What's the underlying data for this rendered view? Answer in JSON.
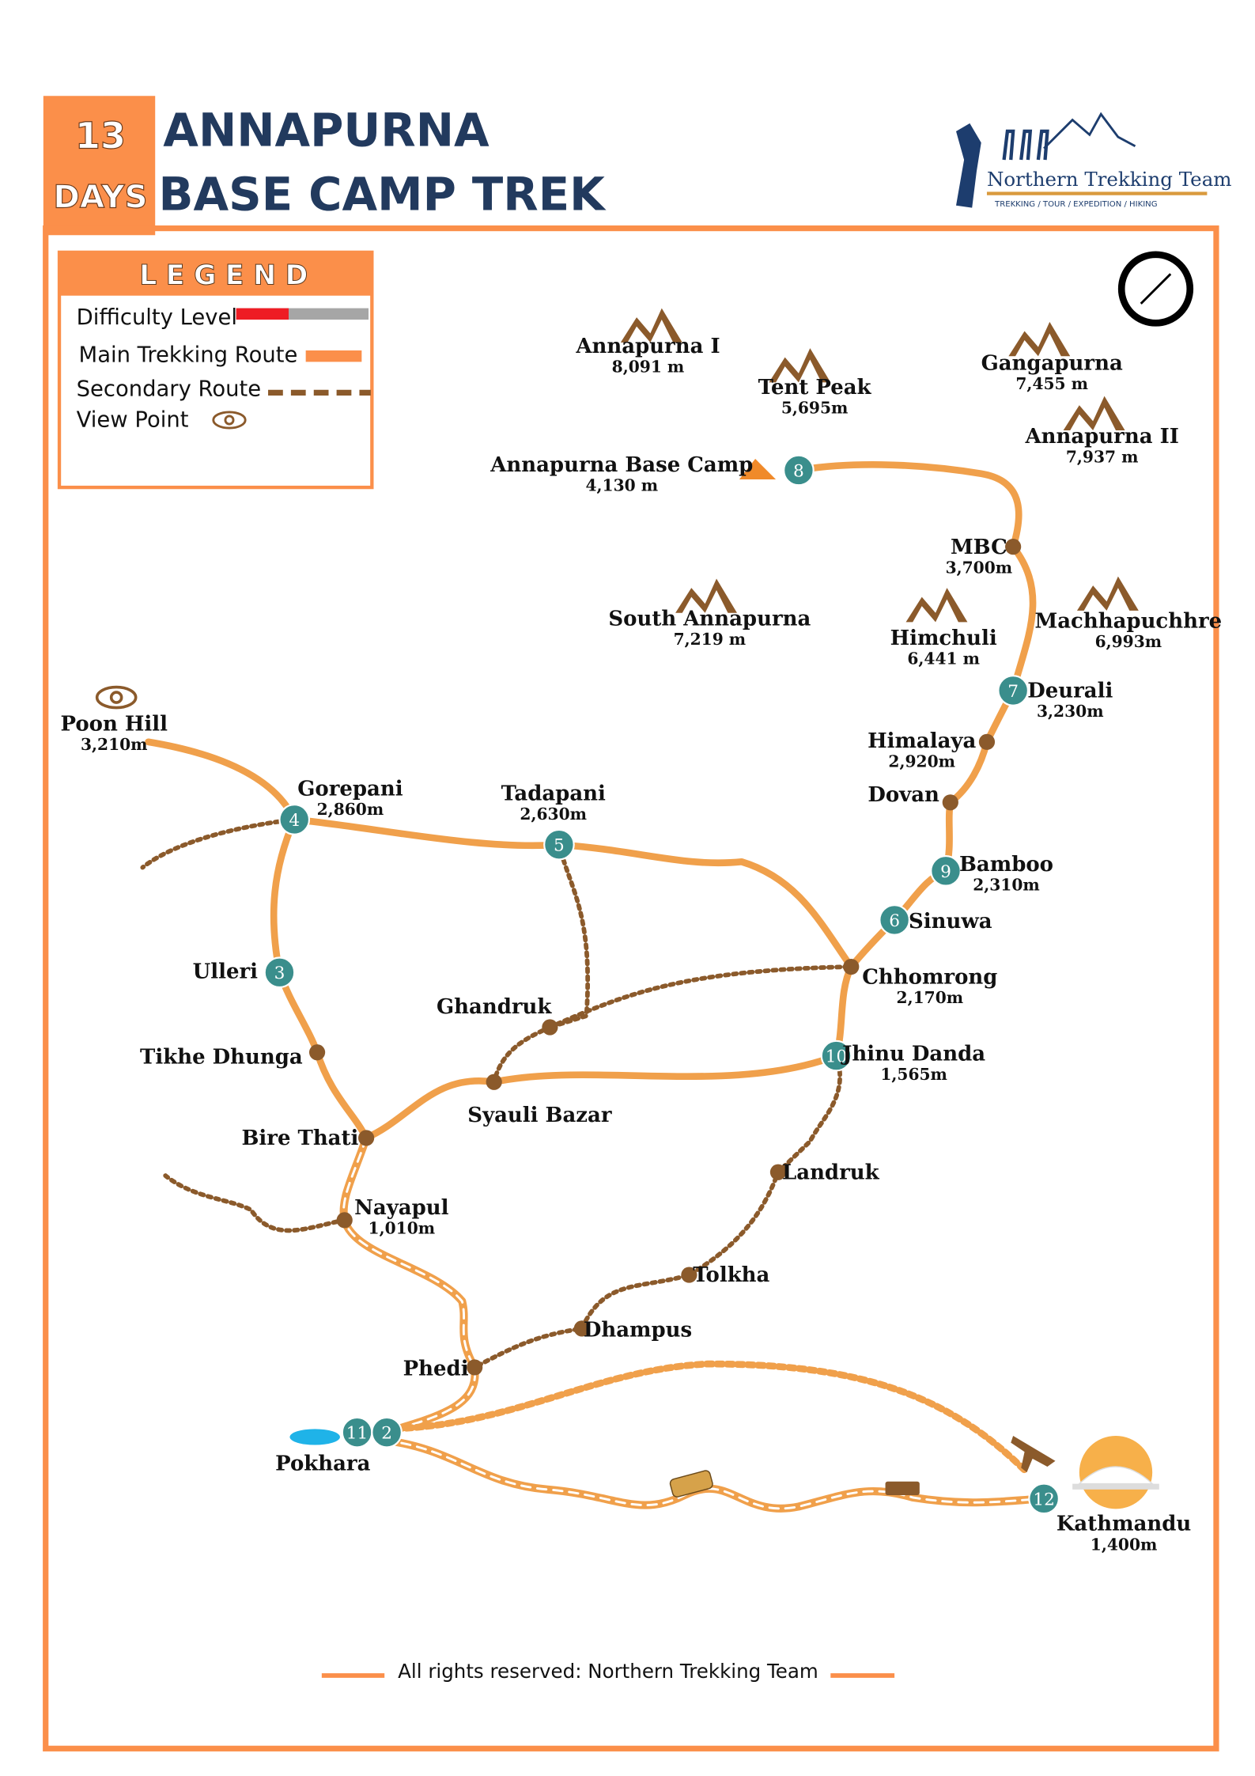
{
  "header": {
    "days_number": "13",
    "days_label": "DAYS",
    "title_line1": "ANNAPURNA",
    "title_line2": "BASE CAMP TREK",
    "logo_name": "Northern Trekking Team",
    "logo_tagline": "TREKKING / TOUR / EXPEDITION / HIKING"
  },
  "legend": {
    "title": "LEGEND",
    "items": [
      {
        "label": "Difficulty Level",
        "difficulty_fraction": 0.4
      },
      {
        "label": "Main Trekking Route"
      },
      {
        "label": "Secondary Route"
      },
      {
        "label": "View Point",
        "icon": "eye-icon"
      }
    ]
  },
  "colors": {
    "accent": "#fb8f4a",
    "route": "#f0a04b",
    "secondary": "#8b5a2b",
    "day_marker": "#3a8e8c",
    "title": "#223a5e",
    "difficulty_fill": "#ee1c24",
    "difficulty_rest": "#a6a6a6"
  },
  "peaks": [
    {
      "name": "Annapurna I",
      "elevation": "8,091 m"
    },
    {
      "name": "Tent Peak",
      "elevation": "5,695m"
    },
    {
      "name": "Gangapurna",
      "elevation": "7,455 m"
    },
    {
      "name": "Annapurna II",
      "elevation": "7,937 m"
    },
    {
      "name": "South Annapurna",
      "elevation": "7,219 m"
    },
    {
      "name": "Himchuli",
      "elevation": "6,441 m"
    },
    {
      "name": "Machhapuchhre",
      "elevation": "6,993m"
    }
  ],
  "places": [
    {
      "name": "Annapurna Base Camp",
      "elevation": "4,130 m",
      "day": "8"
    },
    {
      "name": "MBC",
      "elevation": "3,700m"
    },
    {
      "name": "Deurali",
      "elevation": "3,230m",
      "day": "7"
    },
    {
      "name": "Himalaya",
      "elevation": "2,920m"
    },
    {
      "name": "Dovan"
    },
    {
      "name": "Bamboo",
      "elevation": "2,310m",
      "day": "9"
    },
    {
      "name": "Sinuwa",
      "day": "6"
    },
    {
      "name": "Chhomrong",
      "elevation": "2,170m"
    },
    {
      "name": "Jhinu Danda",
      "elevation": "1,565m",
      "day": "10"
    },
    {
      "name": "Poon Hill",
      "elevation": "3,210m"
    },
    {
      "name": "Gorepani",
      "elevation": "2,860m",
      "day": "4"
    },
    {
      "name": "Tadapani",
      "elevation": "2,630m",
      "day": "5"
    },
    {
      "name": "Ulleri",
      "day": "3"
    },
    {
      "name": "Ghandruk"
    },
    {
      "name": "Tikhe Dhunga"
    },
    {
      "name": "Syauli Bazar"
    },
    {
      "name": "Bire Thati"
    },
    {
      "name": "Nayapul",
      "elevation": "1,010m"
    },
    {
      "name": "Landruk"
    },
    {
      "name": "Tolkha"
    },
    {
      "name": "Dhampus"
    },
    {
      "name": "Phedi"
    },
    {
      "name": "Pokhara",
      "days": [
        "11",
        "2"
      ]
    },
    {
      "name": "Kathmandu",
      "elevation": "1,400m",
      "day": "12"
    }
  ],
  "footer": {
    "text": "All rights reserved: Northern Trekking Team"
  }
}
